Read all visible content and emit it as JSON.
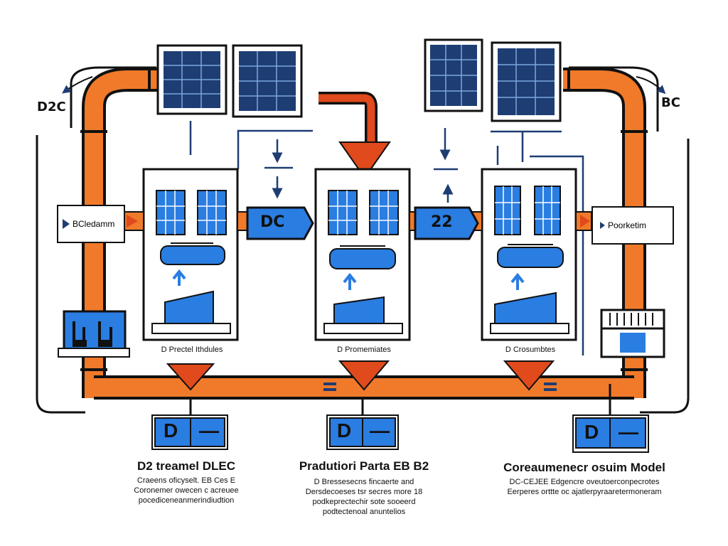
{
  "corner_labels": {
    "left": "D2C",
    "right": "BC"
  },
  "side_boxes": {
    "left": "BCledamm",
    "right": "Poorketim"
  },
  "hub_labels": {
    "left": "DC",
    "right": "22"
  },
  "panels": [
    {
      "caption": "D Prectel Ithdules"
    },
    {
      "caption": "D Promemiates"
    },
    {
      "caption": "D Crosumbtes"
    }
  ],
  "bottom_blocks": [
    {
      "letter": "D",
      "dash": "—"
    },
    {
      "letter": "D",
      "dash": "—"
    },
    {
      "letter": "D",
      "dash": "—"
    }
  ],
  "columns": [
    {
      "title": "D2 treamel DLEC",
      "lines": [
        "Craeens oficyselt. EB Ces E",
        "Coronemer owecen c acreuee",
        "pocediceneanmerindiudtion"
      ]
    },
    {
      "title": "Pradutiori Parta EB B2",
      "lines": [
        "D Bressesecns fincaerte and",
        "Dersdecoeses tsr secres more 18",
        "podkeprectechir sote sooeerd",
        "podtectenoal anuntelios"
      ]
    },
    {
      "title": "Coreaumenecr osuim Model",
      "lines": [
        "DC-CEJEE Edgencre oveutoerconpecrotes",
        "Eerperes orttte oc ajatlerpyraaretermoneram"
      ]
    }
  ],
  "colors": {
    "pipe_orange": "#f07a2a",
    "blue": "#2a7de1",
    "navy": "#1e3d73",
    "red_arrow": "#e04a1c",
    "outline": "#111111"
  }
}
